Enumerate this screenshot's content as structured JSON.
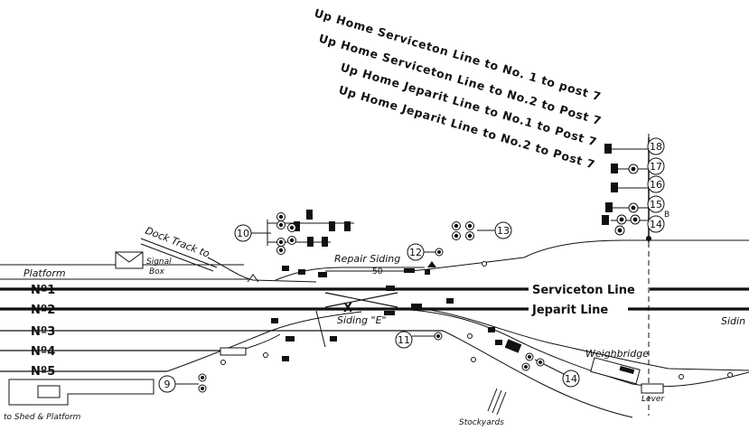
{
  "route_labels": [
    "Up Home Serviceton Line to No. 1 to post 7",
    "Up Home Serviceton Line to No.2 to Post 7",
    "Up Home Jeparit Line to No.1 to Post 7",
    "Up Home Jeparit Line to No.2 to Post 7"
  ],
  "track_names": {
    "no1": "Nº1",
    "no2": "Nº2",
    "no3": "Nº3",
    "no4": "Nº4",
    "no5": "Nº5"
  },
  "line_names": {
    "serviceton": "Serviceton Line",
    "jeparit": "Jeparit Line"
  },
  "place_labels": {
    "platform": "Platform",
    "dock_track": "Dock Track to",
    "signal_box_1": "Signal",
    "signal_box_2": "Box",
    "repair_siding": "Repair Siding",
    "siding_e": "Siding \"E\"",
    "siding_right": "Sidin",
    "weighbridge": "Weighbridge",
    "lever": "Lever",
    "stockyards": "Stockyards",
    "shed_platform": "to Shed & Platform",
    "repair_distance": "50",
    "post_suffix": "B",
    "crossing_mark": "X"
  },
  "signal_posts": {
    "p18": "18",
    "p17": "17",
    "p16": "16",
    "p15": "15",
    "p14_top": "14",
    "p10": "10",
    "p13": "13",
    "p12": "12",
    "p11": "11",
    "p14_bottom": "14",
    "p9": "9"
  }
}
